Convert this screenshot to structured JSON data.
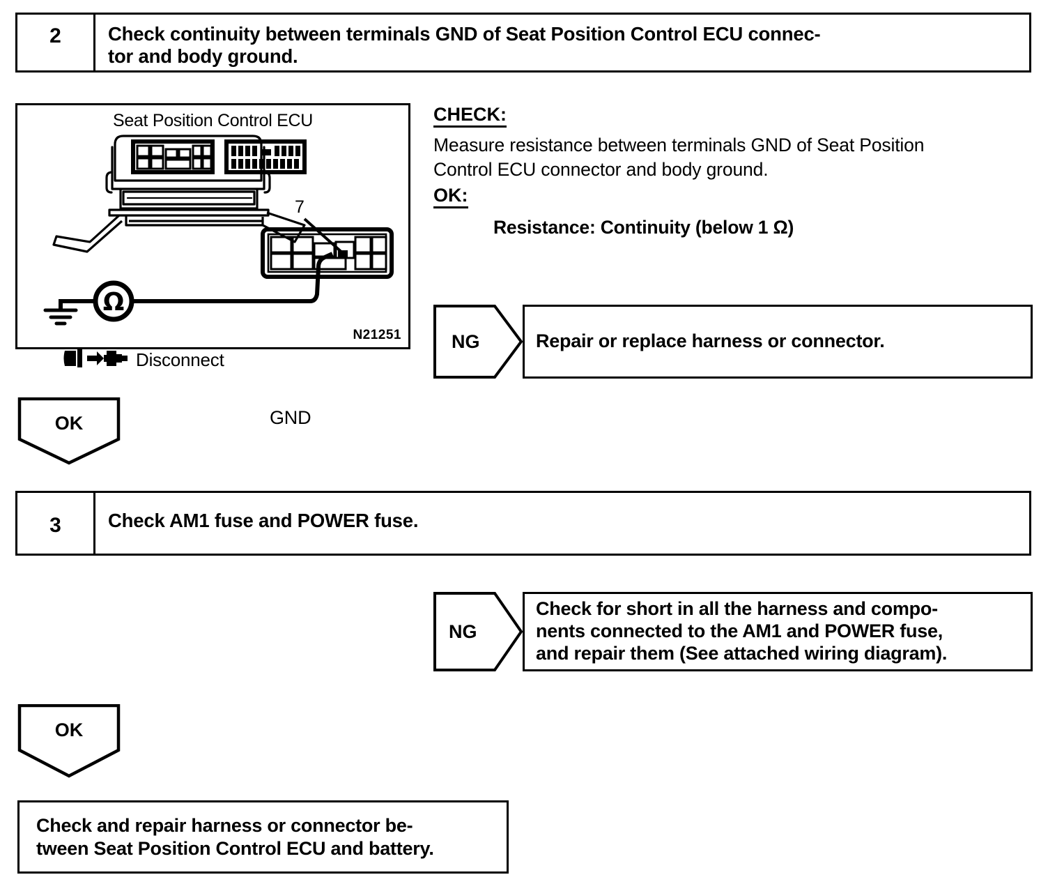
{
  "document": {
    "type": "automotive-troubleshooting-flowchart",
    "figure_id": "N21251"
  },
  "steps": [
    {
      "number": "2",
      "text_line_1": "Check continuity between terminals GND of Seat Position Control ECU connec-",
      "text_line_2": "tor and body ground."
    },
    {
      "number": "3",
      "text_line_1": "Check AM1 fuse and POWER fuse.",
      "text_line_2": ""
    }
  ],
  "illustration": {
    "title": "Seat Position Control ECU",
    "disconnect_label": "Disconnect",
    "ground_label": "GND",
    "pin_number": "7",
    "figure_id": "N21251",
    "meter_symbol": "Ω"
  },
  "check_block": {
    "check_heading": "CHECK:",
    "check_line_1": "Measure resistance between terminals GND of Seat Position",
    "check_line_2": "Control ECU connector and body ground.",
    "ok_heading": "OK:",
    "ok_value": "Resistance: Continuity (below 1 Ω)"
  },
  "branches": {
    "ng_1": {
      "tag": "NG",
      "text_line_1": "Repair or replace harness or connector.",
      "text_line_2": "",
      "text_line_3": ""
    },
    "ng_2": {
      "tag": "NG",
      "text_line_1": "Check for short in all the harness and compo-",
      "text_line_2": "nents connected to the AM1 and POWER fuse,",
      "text_line_3": "and repair them (See attached wiring diagram)."
    },
    "ok_1": {
      "tag": "OK"
    },
    "ok_2": {
      "tag": "OK"
    }
  },
  "final_result": {
    "text_line_1": "Check and repair harness or connector be-",
    "text_line_2": "tween Seat Position Control ECU and battery."
  }
}
